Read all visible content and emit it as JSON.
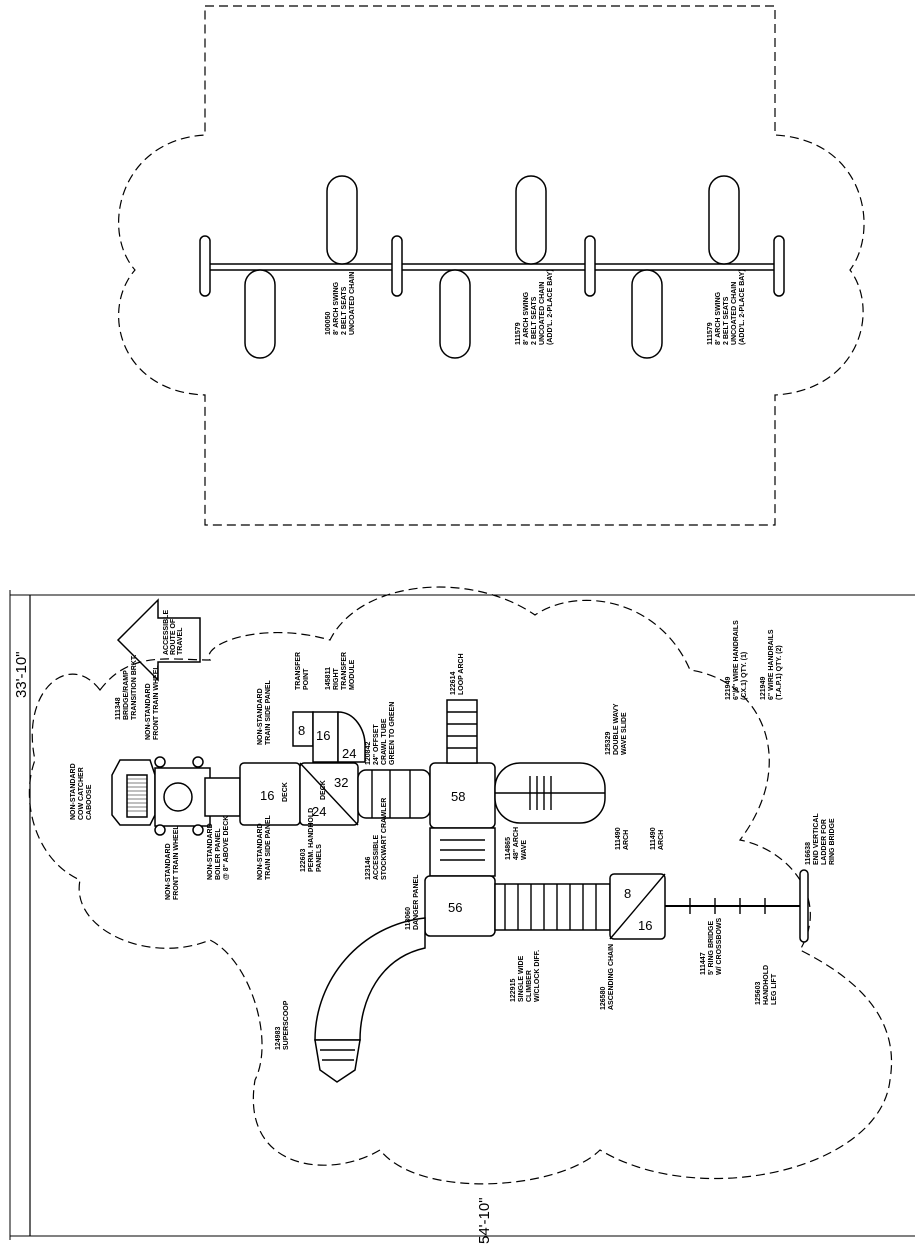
{
  "dimensions": {
    "width_label": "33'-10\"",
    "length_label": "54'-10\""
  },
  "arrow_label": [
    "ACCESSIBLE",
    "ROUTE OF",
    "TRAVEL"
  ],
  "swing": {
    "bay1": [
      "100050",
      "8' ARCH SWING",
      "2 BELT SEATS",
      "UNCOATED CHAIN"
    ],
    "bay2": [
      "111579",
      "8' ARCH SWING",
      "2 BELT SEATS",
      "UNCOATED CHAIN",
      "(ADD'L. 2-PLACE BAY)"
    ],
    "bay3": [
      "111579",
      "8' ARCH SWING",
      "2 BELT SEATS",
      "UNCOATED CHAIN",
      "(ADD'L. 2-PLACE BAY)"
    ]
  },
  "decks": {
    "d16": "16",
    "d24a": "24",
    "d32": "32",
    "d8": "8",
    "d16b": "16",
    "d24b": "24",
    "d58": "58",
    "d56": "56",
    "d8b": "8",
    "d16c": "16"
  },
  "labels": {
    "caboose": [
      "NON-STANDARD",
      "COW CATCHER",
      "CABOOSE"
    ],
    "rampMid": [
      "111348",
      "BRIDGE/RAMP",
      "TRANSITION BRKT."
    ],
    "frontWheel": [
      "NON-STANDARD",
      "FRONT TRAIN WHEEL"
    ],
    "frontWheel2": [
      "NON-STANDARD",
      "FRONT TRAIN WHEEL"
    ],
    "boiler": [
      "NON-STANDARD",
      "BOILER PANEL",
      "@ 8\" ABOVE DECK"
    ],
    "sidePanelTop": [
      "NON-STANDARD",
      "TRAIN SIDE PANEL"
    ],
    "sidePanelBot": [
      "NON-STANDARD",
      "TRAIN SIDE PANEL"
    ],
    "handhold": [
      "122603",
      "PERM. HANDHOLD",
      "PANELS"
    ],
    "transferPoint": [
      "TRANSFER",
      "POINT"
    ],
    "transferModule": [
      "145811",
      "RIGHT",
      "TRANSFER",
      "MODULE"
    ],
    "dl1": "DECK",
    "dl2": "DECK",
    "offset": [
      "120842",
      "24\" OFFSET",
      "CRAWL TUBE",
      "GREEN TO GREEN"
    ],
    "loopArch": [
      "122614",
      "LOOP ARCH"
    ],
    "crawler": [
      "123146",
      "ACCESSIBLE",
      "STOCKWART CRAWLER"
    ],
    "wavy": [
      "114865",
      "48\" ARCH",
      "WAVE"
    ],
    "doubleSlide": [
      "125329",
      "DOUBLE WAVY",
      "WAVE SLIDE"
    ],
    "arch1": [
      "111490",
      "ARCH"
    ],
    "arch2": [
      "111490",
      "ARCH"
    ],
    "danger": [
      "118060",
      "DANGER PANEL"
    ],
    "climber": [
      "122915",
      "SINGLE WIDE",
      "CLIMBER",
      "W/CLOCK DIFF."
    ],
    "ascending": [
      "126580",
      "ASCENDING CHAIN"
    ],
    "slide": [
      "124983",
      "SUPERSCOOP"
    ],
    "ringBridge": [
      "111447",
      "5' RING BRIDGE",
      "W/ CROSSBOWS"
    ],
    "ladder": [
      "116638",
      "END VERTICAL",
      "LADDER FOR",
      "RING BRIDGE"
    ],
    "liftHandhold": [
      "125603",
      "HANDHOLD",
      "LEG LIFT"
    ],
    "perimeter1": [
      "121949",
      "6\"/6\" WIRE HANDRAILS",
      "(CX.1) QTY. (1)"
    ],
    "perimeter2": [
      "121949",
      "6\" WIRE HANDRAILS",
      "(T.A.P.1) QTY. (2)"
    ]
  }
}
